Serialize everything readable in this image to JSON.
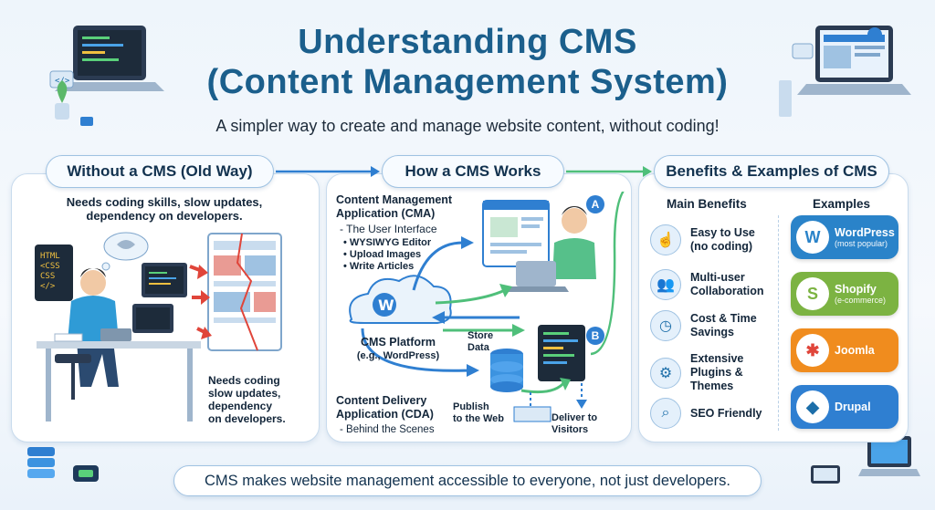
{
  "header": {
    "title_line1": "Understanding CMS",
    "title_line2": "(Content Management System)",
    "subtitle": "A simpler way to create and manage website content, without coding!"
  },
  "left": {
    "heading": "Without a CMS (Old Way)",
    "desc": "Needs coding skills, slow updates, dependency on developers.",
    "code_lines": [
      "HTML",
      "<CSS",
      "CSS",
      "</>"
    ],
    "note": [
      "Needs coding",
      "slow updates,",
      "dependency",
      "on developers."
    ]
  },
  "middle": {
    "heading": "How a CMS Works",
    "cma_title": [
      "Content Management",
      "Application (CMA)"
    ],
    "cma_sub": "- The User Interface",
    "cma_items": [
      "WYSIWYG Editor",
      "Upload Images",
      "Write Articles"
    ],
    "platform": [
      "CMS Platform",
      "(e.g., WordPress)"
    ],
    "cda_title": [
      "Content Delivery",
      "Application (CDA)"
    ],
    "cda_sub": "- Behind the Scenes",
    "store": [
      "Store",
      "Data"
    ],
    "publish": [
      "Publish",
      "to the Web"
    ],
    "deliver": [
      "Deliver to",
      "Visitors"
    ],
    "badge_a": "A",
    "badge_b": "B"
  },
  "right": {
    "heading": "Benefits & Examples of CMS",
    "benefits_title": "Main Benefits",
    "examples_title": "Examples",
    "benefits": [
      {
        "label": [
          "Easy to Use",
          "(no coding)"
        ],
        "icon": "hand-pointer-icon"
      },
      {
        "label": [
          "Multi-user",
          "Collaboration"
        ],
        "icon": "users-icon"
      },
      {
        "label": [
          "Cost & Time",
          "Savings"
        ],
        "icon": "clock-icon"
      },
      {
        "label": [
          "Extensive",
          "Plugins &",
          "Themes"
        ],
        "icon": "gear-icon"
      },
      {
        "label": [
          "SEO Friendly"
        ],
        "icon": "magnifier-icon"
      }
    ],
    "examples": [
      {
        "name": "WordPress",
        "sub": "(most popular)",
        "color": "#2a83c9",
        "glyph": "W"
      },
      {
        "name": "Shopify",
        "sub": "(e-commerce)",
        "color": "#7cb342",
        "glyph": "S"
      },
      {
        "name": "Joomla",
        "sub": "",
        "color": "#f08c1e",
        "glyph": "✱"
      },
      {
        "name": "Drupal",
        "sub": "",
        "color": "#2f7fd1",
        "glyph": "◆"
      }
    ]
  },
  "footer": {
    "text": "CMS makes website management accessible to everyone, not just developers."
  },
  "colors": {
    "title": "#1b5f8c",
    "accent_blue": "#2f7fd1",
    "arrow_red": "#e0453a",
    "arrow_green": "#4fbf7a"
  }
}
